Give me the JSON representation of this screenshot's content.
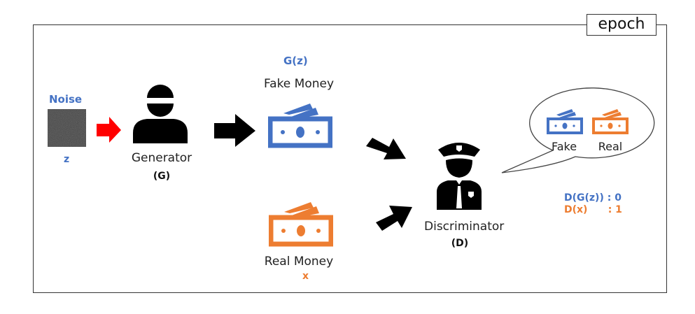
{
  "frame": {
    "tag": "epoch"
  },
  "noise": {
    "title": "Noise",
    "symbol": "z"
  },
  "generator": {
    "label": "Generator",
    "symbol": "(G)"
  },
  "fake_money": {
    "symbol": "G(z)",
    "label": "Fake  Money"
  },
  "real_money": {
    "label": "Real  Money",
    "symbol": "x"
  },
  "discriminator": {
    "label": "Discriminator",
    "symbol": "(D)"
  },
  "speech": {
    "fake_label": "Fake",
    "real_label": "Real"
  },
  "outputs": [
    {
      "expr": "D(G(z)) : 0",
      "color": "#4472C4"
    },
    {
      "expr": "D(x)      : 1",
      "color": "#ED7D31"
    }
  ],
  "colors": {
    "blue": "#4472C4",
    "orange": "#ED7D31",
    "red_arrow": "#FF0000",
    "black": "#000000"
  }
}
